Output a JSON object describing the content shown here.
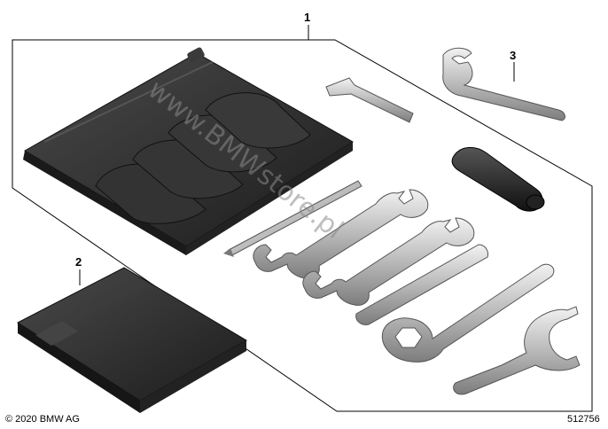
{
  "callouts": {
    "item1": "1",
    "item2": "2",
    "item3": "3"
  },
  "footer": {
    "copyright": "© 2020 BMW AG",
    "diagram_number": "512756"
  },
  "watermark": "www.BMWstore.pl",
  "colors": {
    "outline": "#000000",
    "tool_metal_light": "#d9d9d9",
    "tool_metal_dark": "#8c8c8c",
    "pouch": "#2b2b2b",
    "pouch_highlight": "#4a4a4a",
    "background": "#ffffff"
  }
}
